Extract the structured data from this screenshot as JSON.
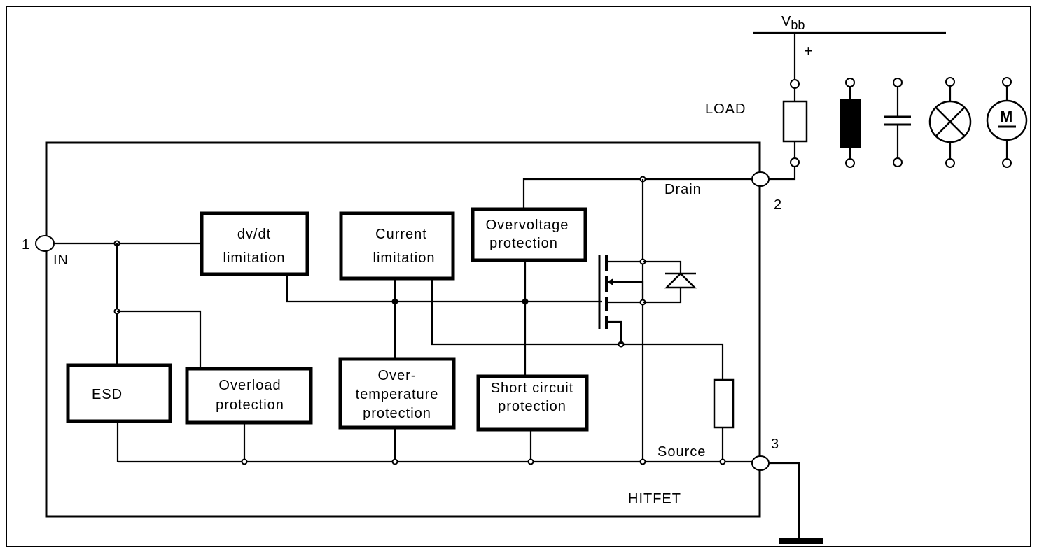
{
  "diagram": {
    "supply": {
      "label_main": "V",
      "label_sub": "bb",
      "plus": "+"
    },
    "load_label": "LOAD",
    "chip_label": "HITFET",
    "pins": {
      "in_number": "1",
      "in_label": "IN",
      "drain_number": "2",
      "drain_label": "Drain",
      "source_number": "3",
      "source_label": "Source"
    },
    "blocks": {
      "dvdt": [
        "dv/dt",
        "limitation"
      ],
      "current": [
        "Current",
        "limitation"
      ],
      "overvoltage": [
        "Overvoltage",
        "protection"
      ],
      "esd": [
        "ESD"
      ],
      "overload": [
        "Overload",
        "protection"
      ],
      "overtemp": [
        "Over-",
        "temperature",
        "protection"
      ],
      "short": [
        "Short circuit",
        "protection"
      ]
    },
    "motor_symbol": "M"
  }
}
